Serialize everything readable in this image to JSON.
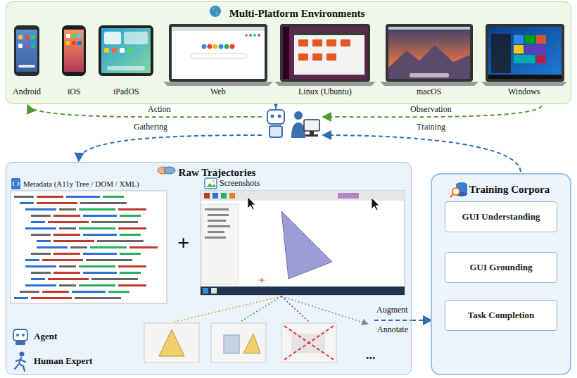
{
  "diagram": {
    "nodes": [
      {
        "text": [
          "Multi-Platform Environments"
        ]
      },
      {
        "text": [
          "Raw Trajectories"
        ]
      },
      {
        "text": [
          "Training Corpora"
        ]
      },
      {
        "text": [
          "GUI Understanding"
        ],
        "in": 2
      },
      {
        "text": [
          "GUI Grounding"
        ],
        "in": 2
      },
      {
        "text": [
          "Task Completion"
        ],
        "in": 2
      }
    ],
    "edges": [
      {
        "from": 1,
        "to": 2,
        "label": "Augment",
        "arrow": "to"
      }
    ],
    "labels": [
      "Android",
      "iOS",
      "iPadOS",
      "Web",
      "Linux (Ubuntu)",
      "macOS",
      "Windows",
      "Action",
      "Observation",
      "Gathering",
      "Training",
      "Metadata (A11y Tree / DOM / XML)",
      "+",
      "Screenshots",
      "Agent",
      "Human Expert",
      "...",
      "Annotate"
    ]
  }
}
